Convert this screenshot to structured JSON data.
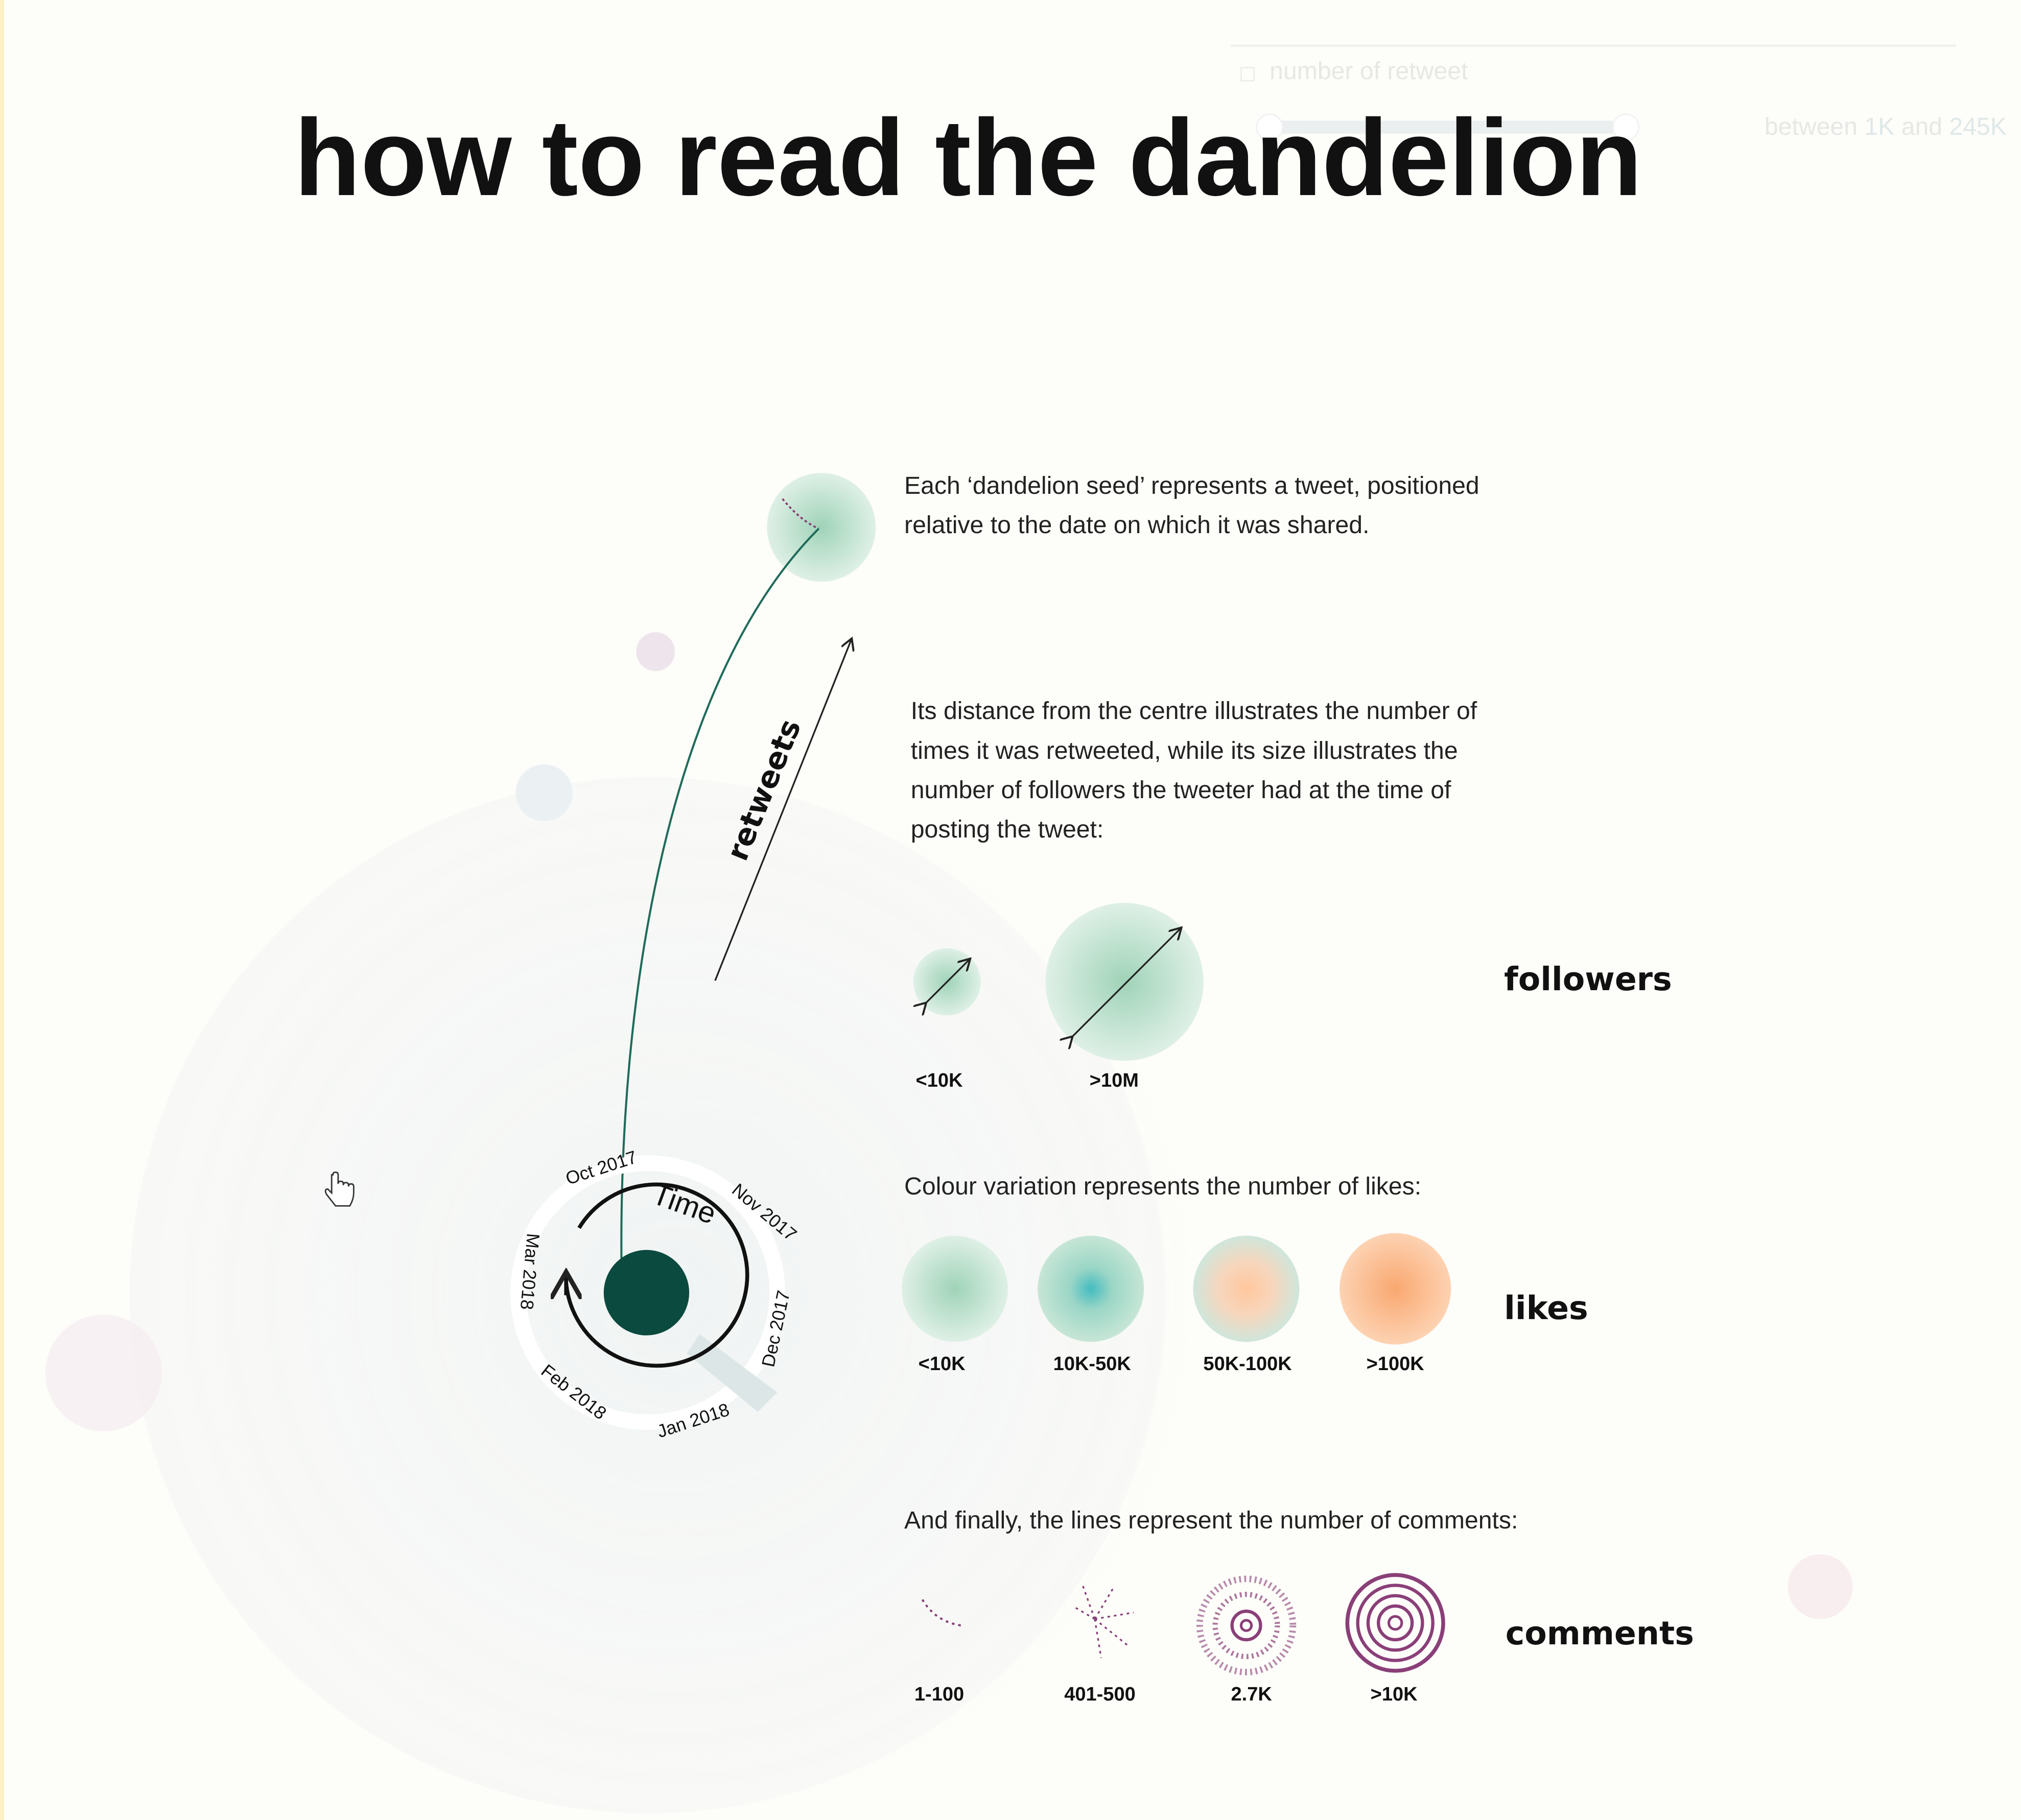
{
  "background_ui": {
    "filter_label": "number of retweet",
    "filter_range": {
      "prefix": "between ",
      "min": "1K",
      "mid": " and ",
      "max": "245K"
    }
  },
  "title": "how to read the dandelion",
  "seed_text": [
    "Each ‘dandelion seed’ represents a tweet, positioned",
    "relative to the date on which it was shared."
  ],
  "retweets_label": "retweets",
  "distance_text": [
    "Its distance from the centre illustrates the number of",
    "times it was retweeted, while its size illustrates the",
    "number of followers the tweeter had at the time of",
    "posting the tweet:"
  ],
  "followers": {
    "title": "followers",
    "labels": [
      "<10K",
      ">10M"
    ]
  },
  "likes": {
    "intro": "Colour variation represents the number of likes:",
    "title": "likes",
    "labels": [
      "<10K",
      "10K-50K",
      "50K-100K",
      ">100K"
    ]
  },
  "comments": {
    "intro": "And finally, the lines represent the number of comments:",
    "title": "comments",
    "labels": [
      "1-100",
      "401-500",
      "2.7K",
      ">10K"
    ]
  },
  "time": {
    "label": "Time",
    "months": [
      "Oct 2017",
      "Nov 2017",
      "Dec 2017",
      "Jan 2018",
      "Feb 2018",
      "Mar 2018"
    ]
  },
  "colors": {
    "center": "#0b4a3e",
    "stem": "#1f6b5a",
    "comment": "#8a3f78",
    "accent_orange": "#fbb88a",
    "accent_green": "#bfe3cf"
  }
}
